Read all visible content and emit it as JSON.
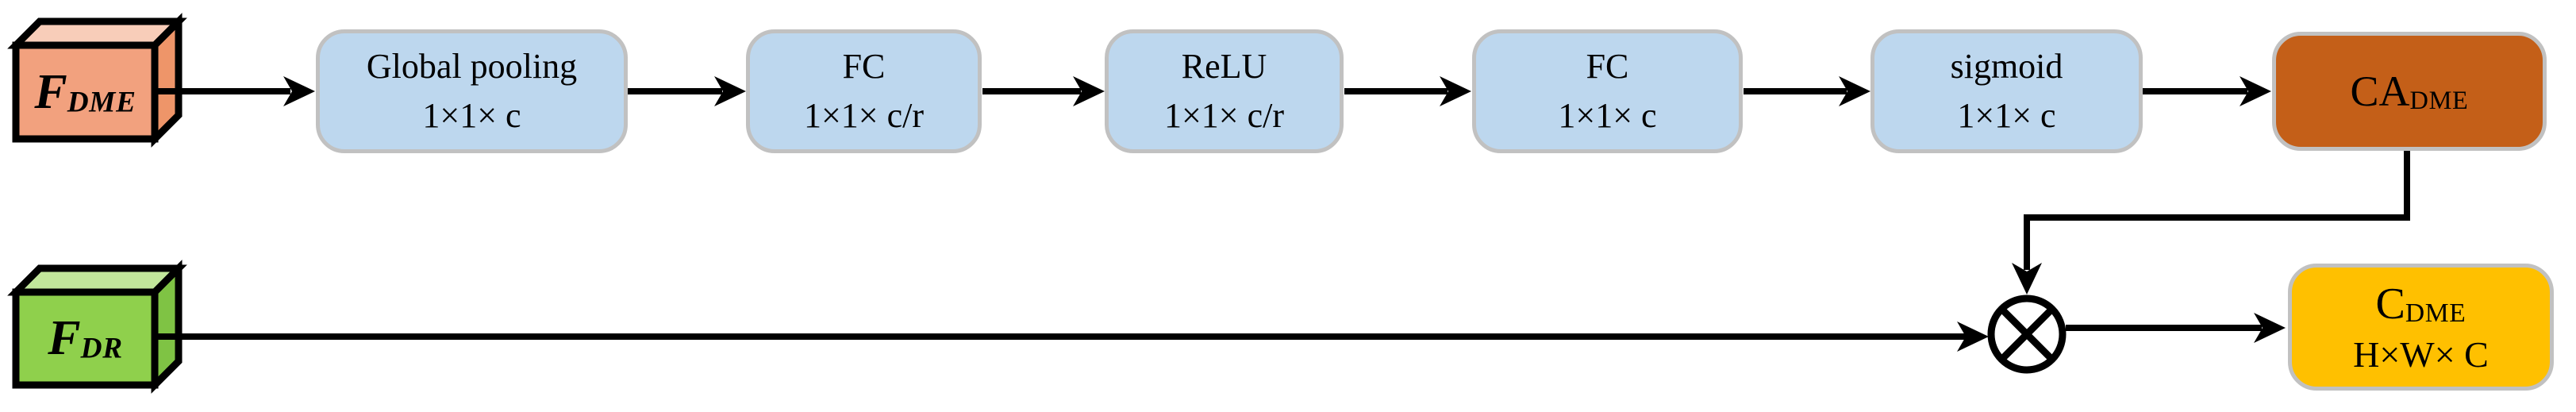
{
  "diagram": {
    "description": "Channel attention module flow diagram",
    "colors": {
      "pipeline_box_fill": "#bdd7ee",
      "box_border_gray": "#c1c1c1",
      "attention_box_fill": "#c45f18",
      "output_box_fill": "#ffc000",
      "input_top_front": "#f2a17e",
      "input_top_top": "#f8cdb9",
      "input_top_side": "#ee9569",
      "input_bottom_front": "#8fd04c",
      "input_bottom_top": "#c2e79b",
      "input_bottom_side": "#7fc344",
      "line_color": "#000000"
    },
    "nodes": {
      "f_dme": {
        "main": "F",
        "sub": "DME"
      },
      "f_dr": {
        "main": "F",
        "sub": "DR"
      },
      "ca": {
        "main": "CA",
        "sub": "DME"
      },
      "c_out": {
        "main": "C",
        "sub": "DME",
        "dims": "H×W× C"
      }
    },
    "pipeline": [
      {
        "line1": "Global pooling",
        "line2": "1×1× c"
      },
      {
        "line1": "FC",
        "line2": "1×1× c/r"
      },
      {
        "line1": "ReLU",
        "line2": "1×1× c/r"
      },
      {
        "line1": "FC",
        "line2": "1×1× c"
      },
      {
        "line1": "sigmoid",
        "line2": "1×1× c"
      }
    ],
    "operator": {
      "name": "channel-wise multiplication",
      "symbol": "⊗"
    }
  }
}
